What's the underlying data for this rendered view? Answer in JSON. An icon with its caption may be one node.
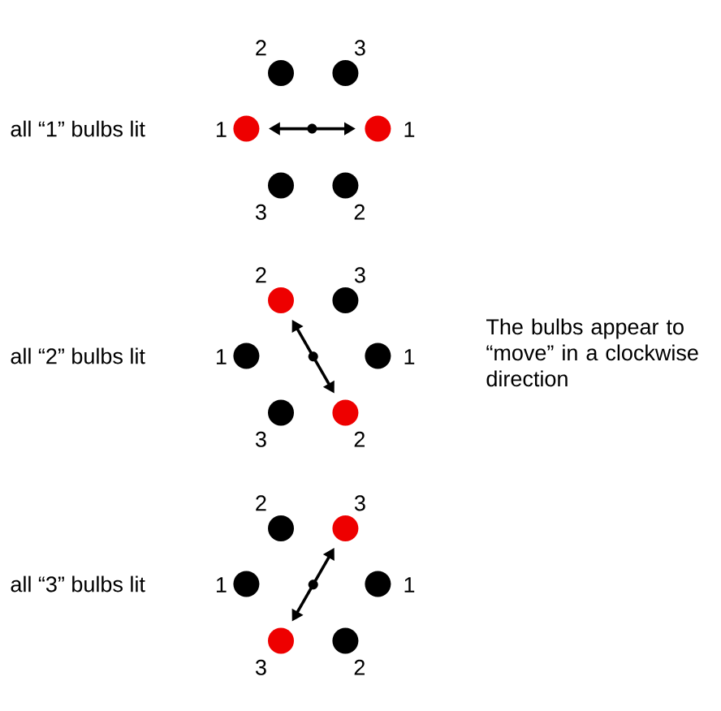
{
  "diagram": {
    "nodes": [
      {
        "text": [],
        "shape": "circle",
        "beside": [
          "2"
        ]
      },
      {
        "text": [],
        "shape": "circle",
        "beside": [
          "3"
        ]
      },
      {
        "text": [],
        "shape": "circle",
        "beside": [
          "1"
        ]
      },
      {
        "text": [],
        "shape": "circle",
        "beside": [
          "1"
        ]
      },
      {
        "text": [],
        "shape": "circle",
        "beside": [
          "3"
        ]
      },
      {
        "text": [],
        "shape": "circle",
        "beside": [
          "2"
        ]
      },
      {
        "text": [],
        "shape": "circle",
        "beside": [
          "2"
        ]
      },
      {
        "text": [],
        "shape": "circle",
        "beside": [
          "3"
        ]
      },
      {
        "text": [],
        "shape": "circle",
        "beside": [
          "1"
        ]
      },
      {
        "text": [],
        "shape": "circle",
        "beside": [
          "1"
        ]
      },
      {
        "text": [],
        "shape": "circle",
        "beside": [
          "3"
        ]
      },
      {
        "text": [],
        "shape": "circle",
        "beside": [
          "2"
        ]
      },
      {
        "text": [],
        "shape": "circle",
        "beside": [
          "2"
        ]
      },
      {
        "text": [],
        "shape": "circle",
        "beside": [
          "3"
        ]
      },
      {
        "text": [],
        "shape": "circle",
        "beside": [
          "1"
        ]
      },
      {
        "text": [],
        "shape": "circle",
        "beside": [
          "1"
        ]
      },
      {
        "text": [],
        "shape": "circle",
        "beside": [
          "3"
        ]
      },
      {
        "text": [],
        "shape": "circle",
        "beside": [
          "2"
        ]
      }
    ],
    "edges": [
      {
        "from": 2,
        "to": 3,
        "arrow": "both"
      },
      {
        "from": 6,
        "to": 11,
        "arrow": "both"
      },
      {
        "from": 13,
        "to": 16,
        "arrow": "both"
      }
    ],
    "labels": [
      "all “1” bulbs lit",
      "all “2” bulbs lit",
      "The bulbs appear to “move” in a clockwise direction",
      "all “3” bulbs lit"
    ]
  }
}
